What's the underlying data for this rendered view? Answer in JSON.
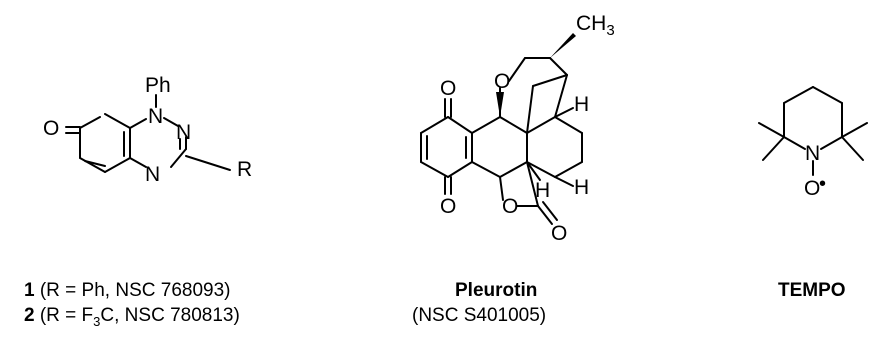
{
  "figure": {
    "compound_a": {
      "atoms": {
        "oxygen": "O",
        "n1": "N",
        "n2": "N",
        "n4": "N",
        "phenyl": "Ph",
        "r_group": "R"
      },
      "captions": [
        {
          "number": "1",
          "detail": "(R = Ph, NSC 768093)"
        },
        {
          "number": "2",
          "detail_pre": "(R = F",
          "detail_sub": "3",
          "detail_post": "C, NSC 780813)"
        }
      ]
    },
    "pleurotin": {
      "atoms": {
        "o_top": "O",
        "o_bottom": "O",
        "o_ether": "O",
        "o_lactone": "O",
        "o_carbonyl": "O",
        "methyl": "CH",
        "methyl_sub": "3",
        "h1": "H",
        "h2": "H",
        "h3": "H"
      },
      "name": "Pleurotin",
      "code": "(NSC S401005)"
    },
    "tempo": {
      "atoms": {
        "nitrogen": "N",
        "oxygen": "O",
        "radical": "•"
      },
      "name": "TEMPO"
    }
  }
}
